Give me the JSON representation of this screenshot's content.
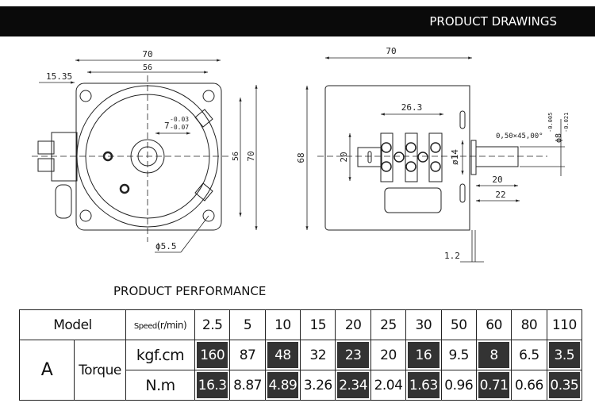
{
  "header": {
    "title": "PRODUCT DRAWINGS"
  },
  "drawing_front": {
    "dim_width": "70",
    "dim_bolt": "56",
    "dim_offset": "15.35",
    "dim_height": "70",
    "dim_bolt_v": "56",
    "dim_key": "7",
    "tol_upper": "-0.03",
    "tol_lower": "-0.07",
    "hole": "ϕ5.5"
  },
  "drawing_side": {
    "dim_width": "70",
    "dim_height": "68",
    "dim_terminal": "26.3",
    "dim_terminal_h": "20",
    "dim_flange": "ø14",
    "dim_shaft": "20",
    "dim_shaft_total": "22",
    "dim_flange_t": "1.2",
    "chamfer": "0,50×45,00°",
    "shaft_dia": "ϕ8",
    "shaft_tol_upper": "-0.005",
    "shaft_tol_lower": "-0.021"
  },
  "performance": {
    "title": "PRODUCT PERFORMANCE",
    "model_label": "Model",
    "speed_label_small": "Speed",
    "speed_label_unit": "(r/min)",
    "model": "A",
    "torque_label": "Torque",
    "unit1": "kgf.cm",
    "unit2": "N.m",
    "speeds": [
      "2.5",
      "5",
      "10",
      "15",
      "20",
      "25",
      "30",
      "50",
      "60",
      "80",
      "110"
    ],
    "kgfcm": [
      "160",
      "87",
      "48",
      "32",
      "23",
      "20",
      "16",
      "9.5",
      "8",
      "6.5",
      "3.5"
    ],
    "nm": [
      "16.3",
      "8.87",
      "4.89",
      "3.26",
      "2.34",
      "2.04",
      "1.63",
      "0.96",
      "0.71",
      "0.66",
      "0.35"
    ]
  }
}
